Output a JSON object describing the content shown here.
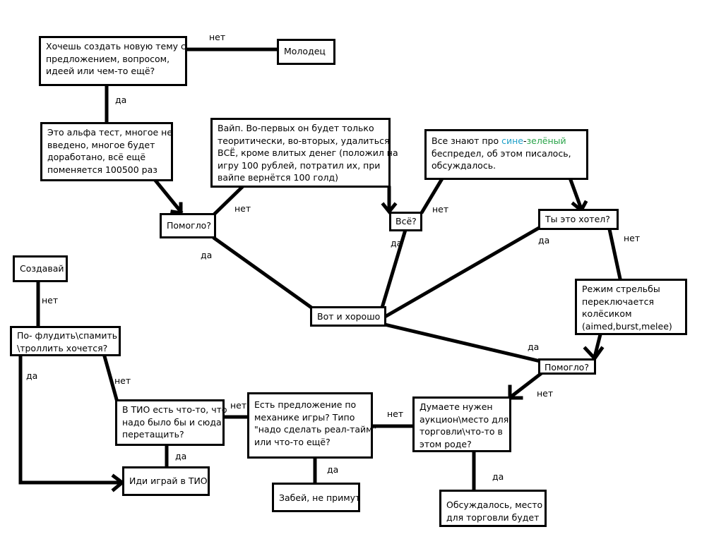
{
  "nodes": {
    "q1": "Хочешь создать новую тему с\nпредложением, вопросом,\nидеей или чем-то ещё?",
    "molodec": "Молодец",
    "alpha": "Это альфа тест, многое не\nвведено, многое будет\nдоработано, всё ещё\nпоменяется 100500 раз",
    "wipe": "Вайп. Во-первых он будет только\nтеоритически, во-вторых, удалиться\nВСЁ, кроме влитых денег (положил на\nигру 100 рублей, потратил их, при\nвайпе вернётся 100 голд)",
    "sinezel_pre": "Все знают про ",
    "sinezel_blue": "сине",
    "sinezel_dash": "-",
    "sinezel_green": "зелёный",
    "sinezel_rest": "\nбеспредел, об этом писалось,\nобсуждалось.",
    "pomoglo1": "Помогло?",
    "vse": "Всё?",
    "ty_eto": "Ты это хотел?",
    "sozdavai": "Создавай",
    "vot": "Вот и хорошо",
    "rezhim": "Режим стрельбы\nпереключается\nколёсиком\n(aimed,burst,melee)",
    "flud": "По- флудить\\спамить\n\\троллить хочется?",
    "pomoglo2": "Помогло?",
    "tio": "В ТИО есть что-то, что\nнадо было бы и сюда\nперетащить?",
    "mehanika": "Есть предложение по\nмеханике игры? Типо\n\"надо сделать реал-тайм\"\nили что-то ещё?",
    "auction": "Думаете нужен\nаукцион\\место для\nторговли\\что-то в\nэтом роде?",
    "igrai": "Иди играй в ТИО",
    "zabei": "Забей, не примут",
    "obsuzhd": "Обсуждалось, место\nдля торговли будет"
  },
  "labels": {
    "net": "нет",
    "da": "да"
  }
}
